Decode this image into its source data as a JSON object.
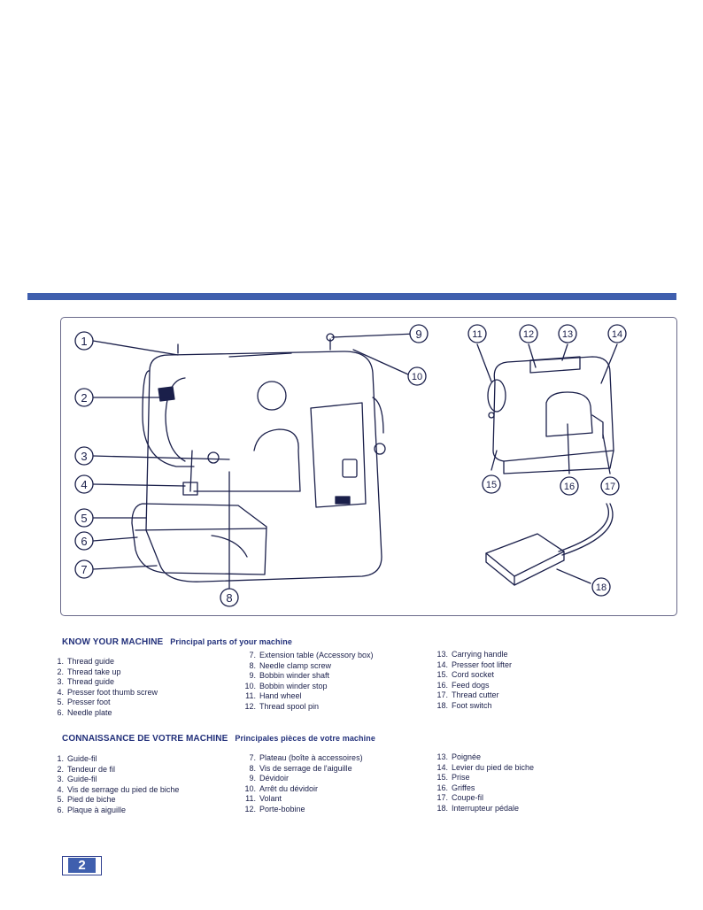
{
  "page_number": "2",
  "english": {
    "title": "KNOW YOUR MACHINE",
    "subtitle": "Principal parts of your machine",
    "columns": [
      [
        [
          "1.",
          "Thread guide"
        ],
        [
          "2.",
          "Thread take up"
        ],
        [
          "3.",
          "Thread guide"
        ],
        [
          "4.",
          "Presser foot thumb screw"
        ],
        [
          "5.",
          "Presser foot"
        ],
        [
          "6.",
          "Needle plate"
        ]
      ],
      [
        [
          "7.",
          "Extension table (Accessory box)"
        ],
        [
          "8.",
          "Needle clamp screw"
        ],
        [
          "9.",
          "Bobbin winder shaft"
        ],
        [
          "10.",
          "Bobbin winder stop"
        ],
        [
          "11.",
          "Hand wheel"
        ],
        [
          "12.",
          "Thread spool pin"
        ]
      ],
      [
        [
          "13.",
          "Carrying handle"
        ],
        [
          "14.",
          "Presser foot lifter"
        ],
        [
          "15.",
          "Cord socket"
        ],
        [
          "16.",
          "Feed dogs"
        ],
        [
          "17.",
          "Thread cutter"
        ],
        [
          "18.",
          "Foot switch"
        ]
      ]
    ]
  },
  "french": {
    "title": "CONNAISSANCE DE VOTRE MACHINE",
    "subtitle": "Principales pièces de votre machine",
    "columns": [
      [
        [
          "1.",
          "Guide-fil"
        ],
        [
          "2.",
          "Tendeur de fil"
        ],
        [
          "3.",
          "Guide-fil"
        ],
        [
          "4.",
          "Vis de serrage du pied de biche"
        ],
        [
          "5.",
          "Pied de biche"
        ],
        [
          "6.",
          "Plaque à aiguille"
        ]
      ],
      [
        [
          "7.",
          "Plateau (boîte à accessoires)"
        ],
        [
          "8.",
          "Vis de serrage de l'aiguille"
        ],
        [
          "9.",
          "Dévidoir"
        ],
        [
          "10.",
          "Arrêt du dévidoir"
        ],
        [
          "11.",
          "Volant"
        ],
        [
          "12.",
          "Porte-bobine"
        ]
      ],
      [
        [
          "13.",
          "Poignée"
        ],
        [
          "14.",
          "Levier du pied de biche"
        ],
        [
          "15.",
          "Prise"
        ],
        [
          "16.",
          "Griffes"
        ],
        [
          "17.",
          "Coupe-fil"
        ],
        [
          "18.",
          "Interrupteur pédale"
        ]
      ]
    ]
  },
  "callouts": [
    "1",
    "2",
    "3",
    "4",
    "5",
    "6",
    "7",
    "8",
    "9",
    "10",
    "11",
    "12",
    "13",
    "14",
    "15",
    "16",
    "17",
    "18"
  ],
  "colors": {
    "accent": "#3f5fae",
    "ink": "#1a1f4a"
  }
}
